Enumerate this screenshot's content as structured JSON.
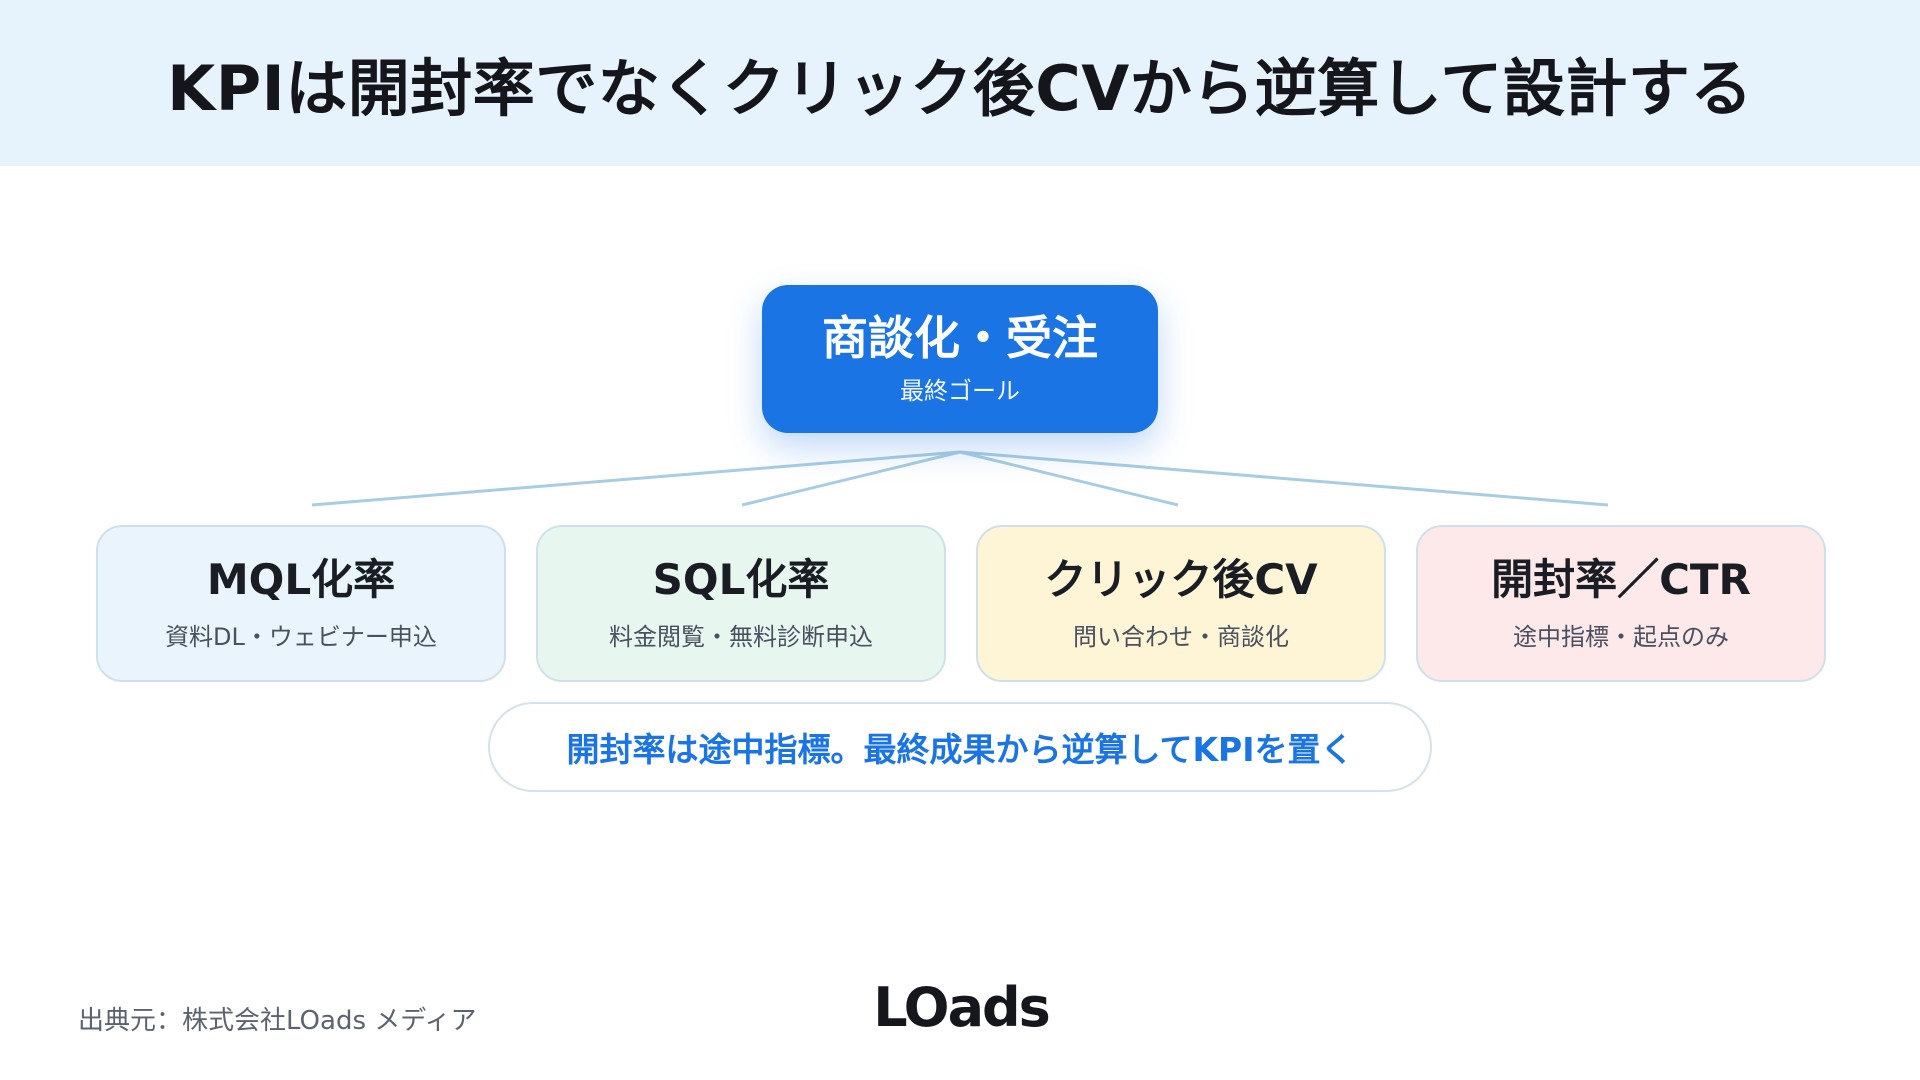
{
  "header": {
    "title": "KPIは開封率でなくクリック後CVから逆算して設計する"
  },
  "goal": {
    "title": "商談化・受注",
    "subtitle": "最終ゴール"
  },
  "metrics": [
    {
      "title": "MQL化率",
      "subtitle": "資料DL・ウェビナー申込"
    },
    {
      "title": "SQL化率",
      "subtitle": "料金閲覧・無料診断申込"
    },
    {
      "title": "クリック後CV",
      "subtitle": "問い合わせ・商談化"
    },
    {
      "title": "開封率／CTR",
      "subtitle": "途中指標・起点のみ"
    }
  ],
  "note": {
    "text": "開封率は途中指標。最終成果から逆算してKPIを置く"
  },
  "footer": {
    "source": "出典元：株式会社LOads メディア",
    "logo_text": "LOads"
  },
  "colors": {
    "header_bg": "#e6f3fd",
    "accent": "#1b74e4",
    "card_blue": "#e9f4fd",
    "card_green": "#e7f6ef",
    "card_yellow": "#fdf5d5",
    "card_pink": "#fde9e9",
    "connector": "#a8cde3"
  }
}
